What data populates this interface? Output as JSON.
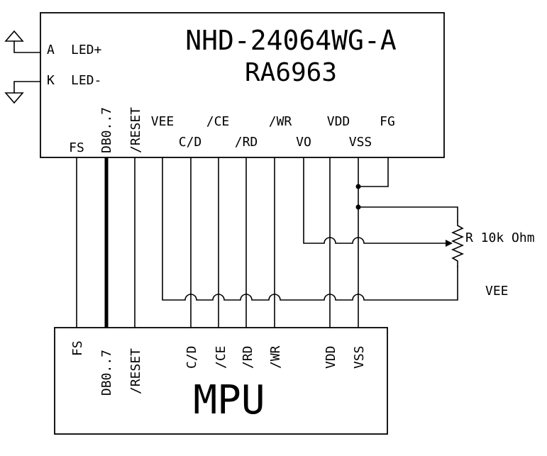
{
  "lcd": {
    "title_line1": "NHD-24064WG-A",
    "title_line2": "RA6963",
    "backlight": {
      "anode_letter": "A",
      "anode_label": "LED+",
      "cathode_letter": "K",
      "cathode_label": "LED-"
    },
    "pins_upper": [
      "VEE",
      "/CE",
      "/WR",
      "VDD",
      "FG"
    ],
    "pins_lower": [
      "FS",
      "DB0..7",
      "/RESET",
      "C/D",
      "/RD",
      "VO",
      "VSS"
    ]
  },
  "mpu": {
    "title": "MPU",
    "pins": [
      "FS",
      "DB0..7",
      "/RESET",
      "C/D",
      "/CE",
      "/RD",
      "/WR",
      "VDD",
      "VSS"
    ]
  },
  "external": {
    "pot_label": "R 10k Ohm",
    "vee_label": "VEE"
  }
}
